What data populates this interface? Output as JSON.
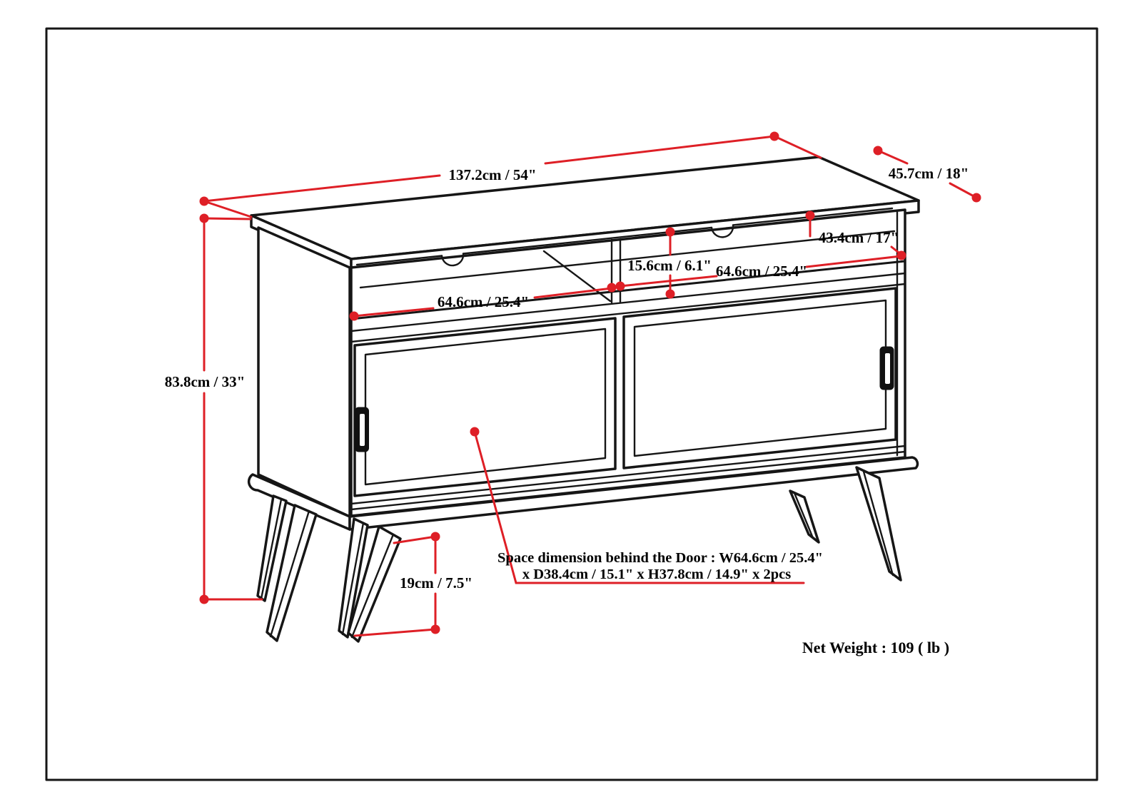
{
  "colors": {
    "dimension_red": "#de1f26",
    "line_black": "#161616",
    "background": "#ffffff"
  },
  "diagram": {
    "dimensions": {
      "top_width": "137.2cm / 54\"",
      "top_depth": "45.7cm / 18\"",
      "total_height": "83.8cm / 33\"",
      "open_shelf_depth": "43.4cm / 17\"",
      "open_shelf_height": "15.6cm / 6.1\"",
      "open_shelf_width_left": "64.6cm / 25.4\"",
      "open_shelf_width_right": "64.6cm / 25.4\"",
      "leg_height": "19cm / 7.5\""
    },
    "door_space_note": {
      "line1": "Space dimension behind the Door  : W64.6cm / 25.4\"",
      "line2": "x D38.4cm / 15.1\" x H37.8cm / 14.9\" x 2pcs"
    },
    "net_weight": "Net Weight : 109 ( lb )"
  }
}
